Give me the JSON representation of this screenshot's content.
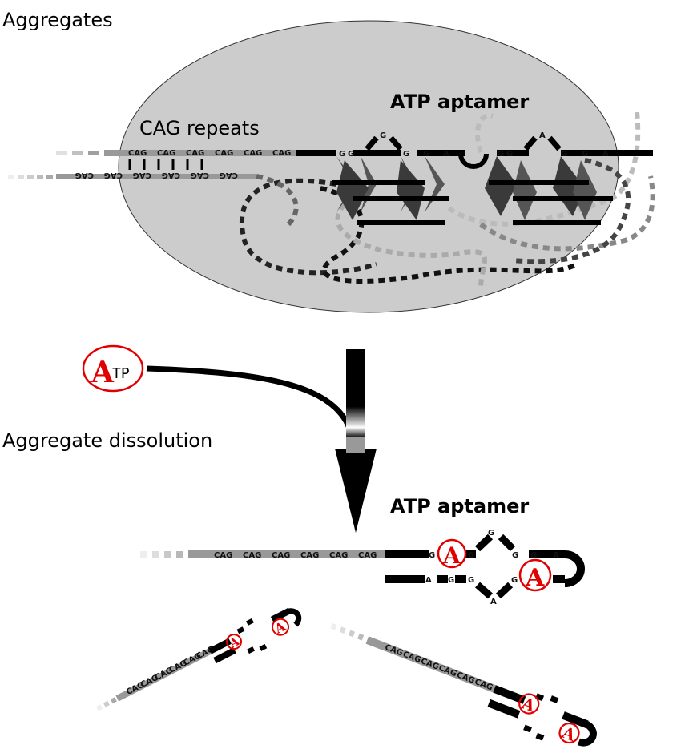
{
  "labels": {
    "aggregates": "Aggregates",
    "cag_repeats": "CAG repeats",
    "atp_aptamer_top": "ATP aptamer",
    "atp_aptamer_bottom": "ATP aptamer",
    "aggregate_dissolution": "Aggregate dissolution",
    "atp_badge_a": "A",
    "atp_badge_tp": "TP"
  },
  "repeat_unit": "CAG",
  "bases": {
    "g": "G",
    "a": "A"
  },
  "colors": {
    "aggregate_fill": "#cccccc",
    "strand": "#000000",
    "cag_strand": "#999999",
    "atp_red": "#e00000"
  }
}
